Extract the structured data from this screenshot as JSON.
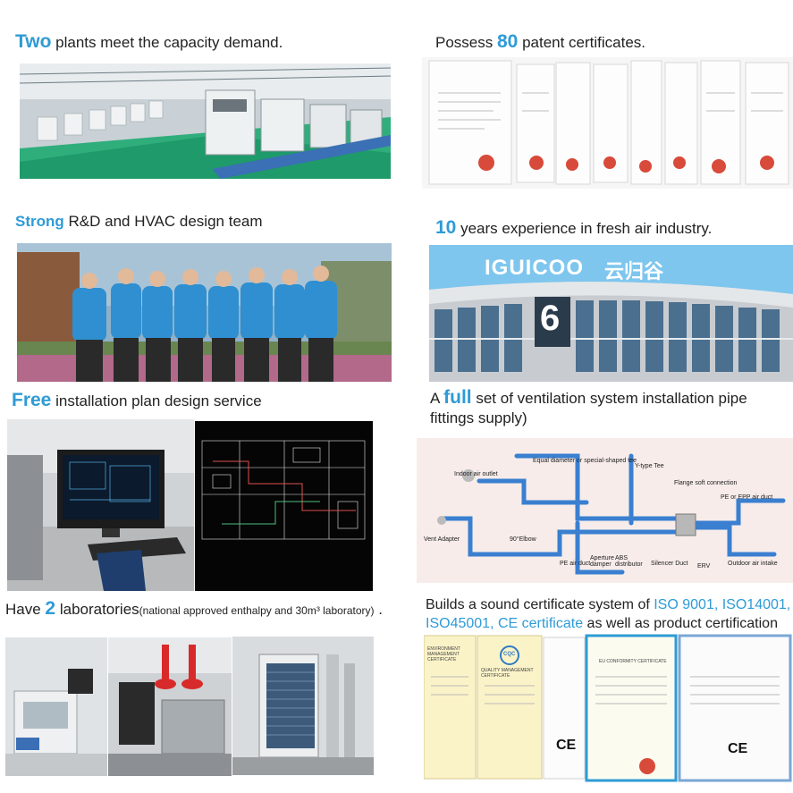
{
  "sections": {
    "plants": {
      "highlight": "Two",
      "text": " plants meet the capacity demand."
    },
    "patents": {
      "prefix": "Possess ",
      "highlight": "80",
      "text": " patent certificates."
    },
    "rd": {
      "highlight": "Strong",
      "text": " R&D and HVAC design team"
    },
    "experience": {
      "highlight": "10",
      "text": " years experience in fresh air industry."
    },
    "free": {
      "highlight": "Free",
      "text": " installation plan design service"
    },
    "fittings": {
      "prefix": "A ",
      "highlight": "full",
      "text": " set of ventilation system installation pipe",
      "line2": "fittings supply)"
    },
    "labs": {
      "prefix": "Have ",
      "highlight": "2",
      "text": " laboratories",
      "note": "(national approved enthalpy and 30m³ laboratory)",
      "suffix": "   ."
    },
    "certs": {
      "line1_prefix": "Builds a sound certificate system of ",
      "line1_hl": "ISO 9001, ISO14001,",
      "line2_hl": "ISO45001,  CE certificate",
      "line2_suffix": " as well as product certification"
    }
  },
  "building_sign": {
    "brand": "IGUICOO",
    "cn": "云归谷",
    "number": "6"
  },
  "diagram_labels": {
    "indoor_outlet": "Indoor air outlet",
    "tee": "Equal diameter or special-shaped tee",
    "ytee": "Y-type Tee",
    "flange": "Flange soft connection",
    "pe_epp": "PE or EPP air duct",
    "vent_adapter": "Vent Adapter",
    "elbow": "90°Elbow",
    "pe_duct": "PE air duct",
    "aperture": "Aperture damper",
    "abs": "ABS distributor",
    "silencer": "Silencer Duct",
    "erv": "ERV",
    "outdoor": "Outdoor air intake"
  },
  "cert_texts": {
    "env": "ENVIRONMENT MANAGEMENT CERTIFICATE",
    "quality": "QUALITY MANAGEMENT CERTIFICATE",
    "cqc": "CQC",
    "ce": "CE",
    "euc": "EU CONFORMITY CERTIFICATE"
  },
  "colors": {
    "accent": "#2e9bd6",
    "duct": "#3a7fd0",
    "cad_bg": "#050505"
  }
}
